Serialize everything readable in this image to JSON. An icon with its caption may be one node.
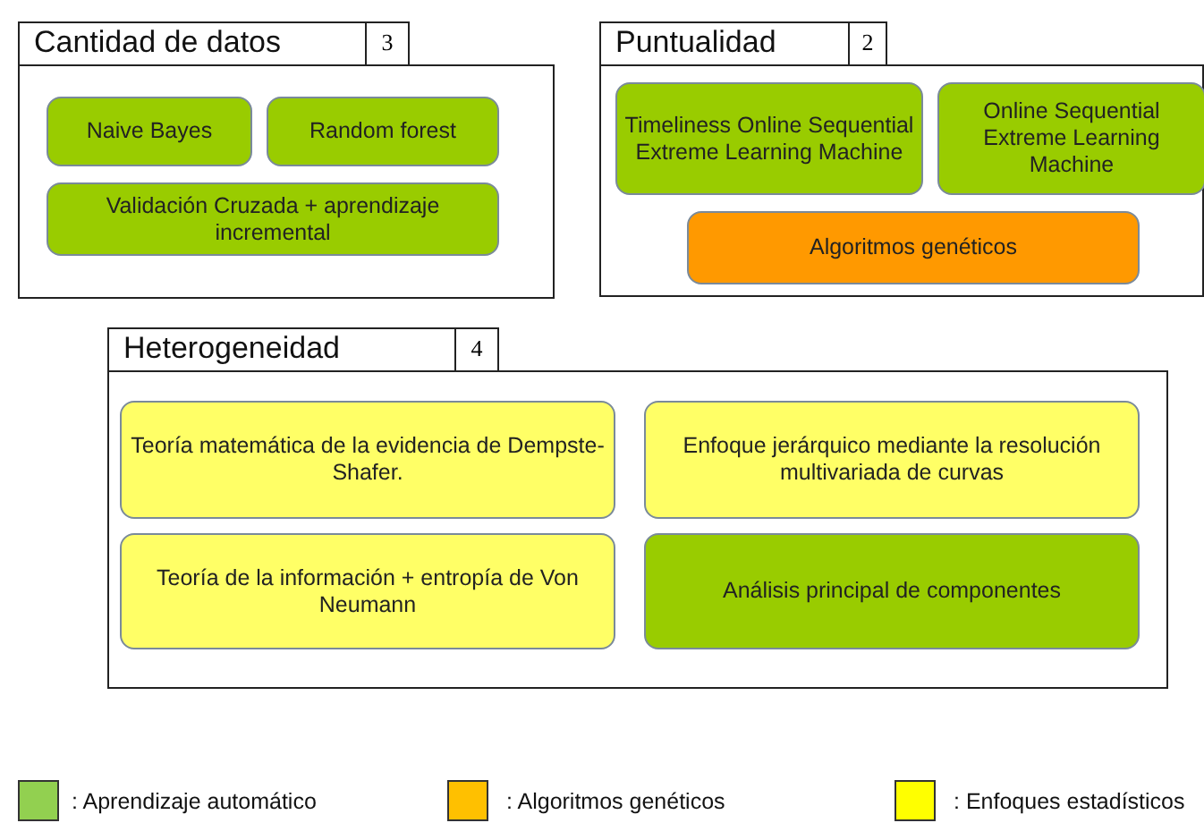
{
  "diagram": {
    "nodes": [
      {
        "text": [
          "Cantidad de datos",
          "3"
        ]
      },
      {
        "text": [
          "Naive Bayes"
        ],
        "in": 0
      },
      {
        "text": [
          "Random forest"
        ],
        "in": 0
      },
      {
        "text": [
          "Validación Cruzada + aprendizaje incremental"
        ],
        "in": 0
      },
      {
        "text": [
          "Puntualidad",
          "2"
        ]
      },
      {
        "text": [
          "Timeliness Online Sequential Extreme Learning Machine"
        ],
        "in": 4
      },
      {
        "text": [
          "Online Sequential Extreme Learning Machine"
        ],
        "in": 4
      },
      {
        "text": [
          "Algoritmos genéticos"
        ],
        "in": 4
      },
      {
        "text": [
          "Heterogeneidad",
          "4"
        ]
      },
      {
        "text": [
          "Teoría matemática de la evidencia de Dempste-Shafer."
        ],
        "in": 8
      },
      {
        "text": [
          "Enfoque jerárquico mediante la resolución multivariada de curvas"
        ],
        "in": 8
      },
      {
        "text": [
          "Teoría de la información + entropía de Von Neumann"
        ],
        "in": 8
      },
      {
        "text": [
          "Análisis principal de componentes"
        ],
        "in": 8
      }
    ],
    "edges": [],
    "legend": [
      {
        "text": ": Aprendizaje automático",
        "color": "#92d050"
      },
      {
        "text": ": Algoritmos genéticos",
        "color": "#ffc000"
      },
      {
        "text": ": Enfoques estadísticos",
        "color": "#ffff00"
      }
    ]
  }
}
